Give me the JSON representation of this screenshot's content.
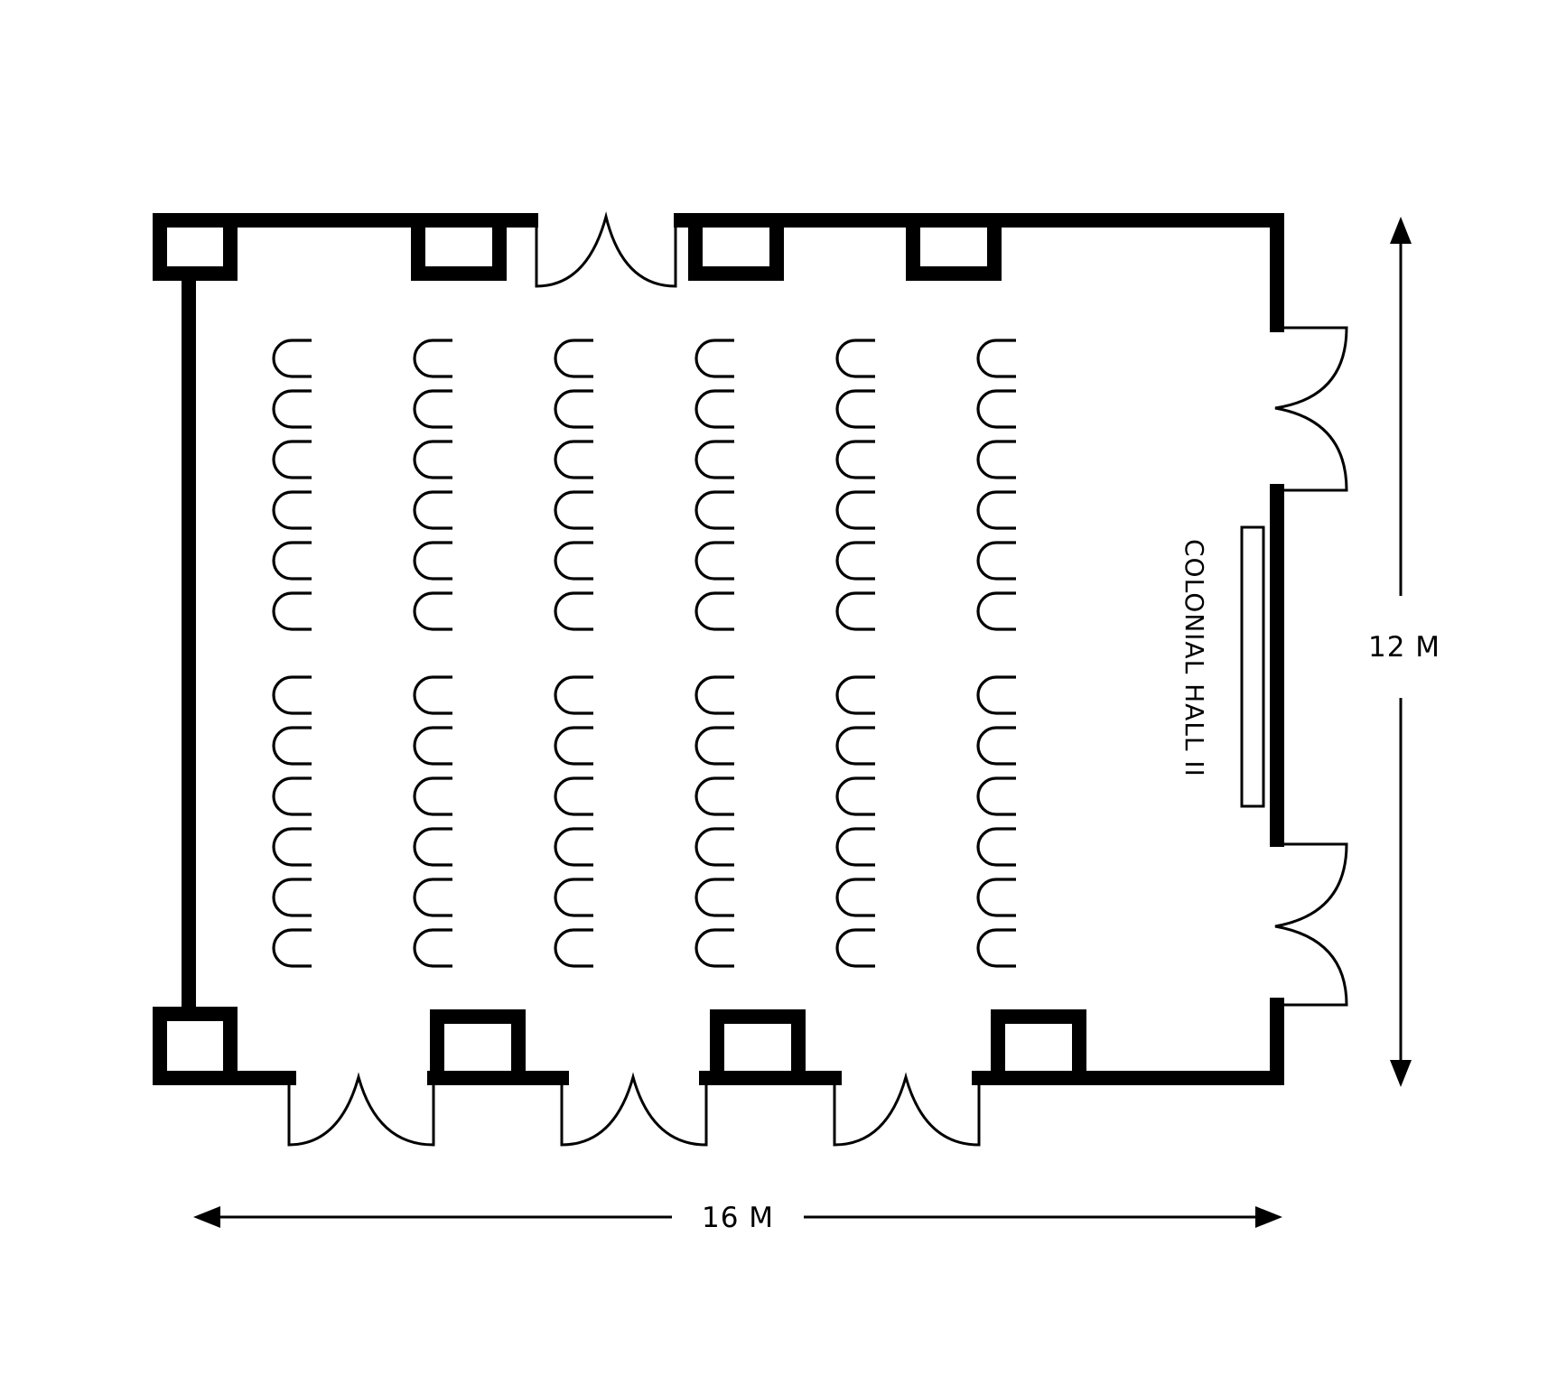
{
  "room_name": "COLONIAL HALL II",
  "dimensions": {
    "width_label": "16 M",
    "height_label": "12 M"
  },
  "seating": {
    "columns": 6,
    "blocks": [
      {
        "rows": 6
      },
      {
        "rows": 6
      }
    ]
  },
  "colors": {
    "line": "#000000",
    "background": "#ffffff"
  }
}
